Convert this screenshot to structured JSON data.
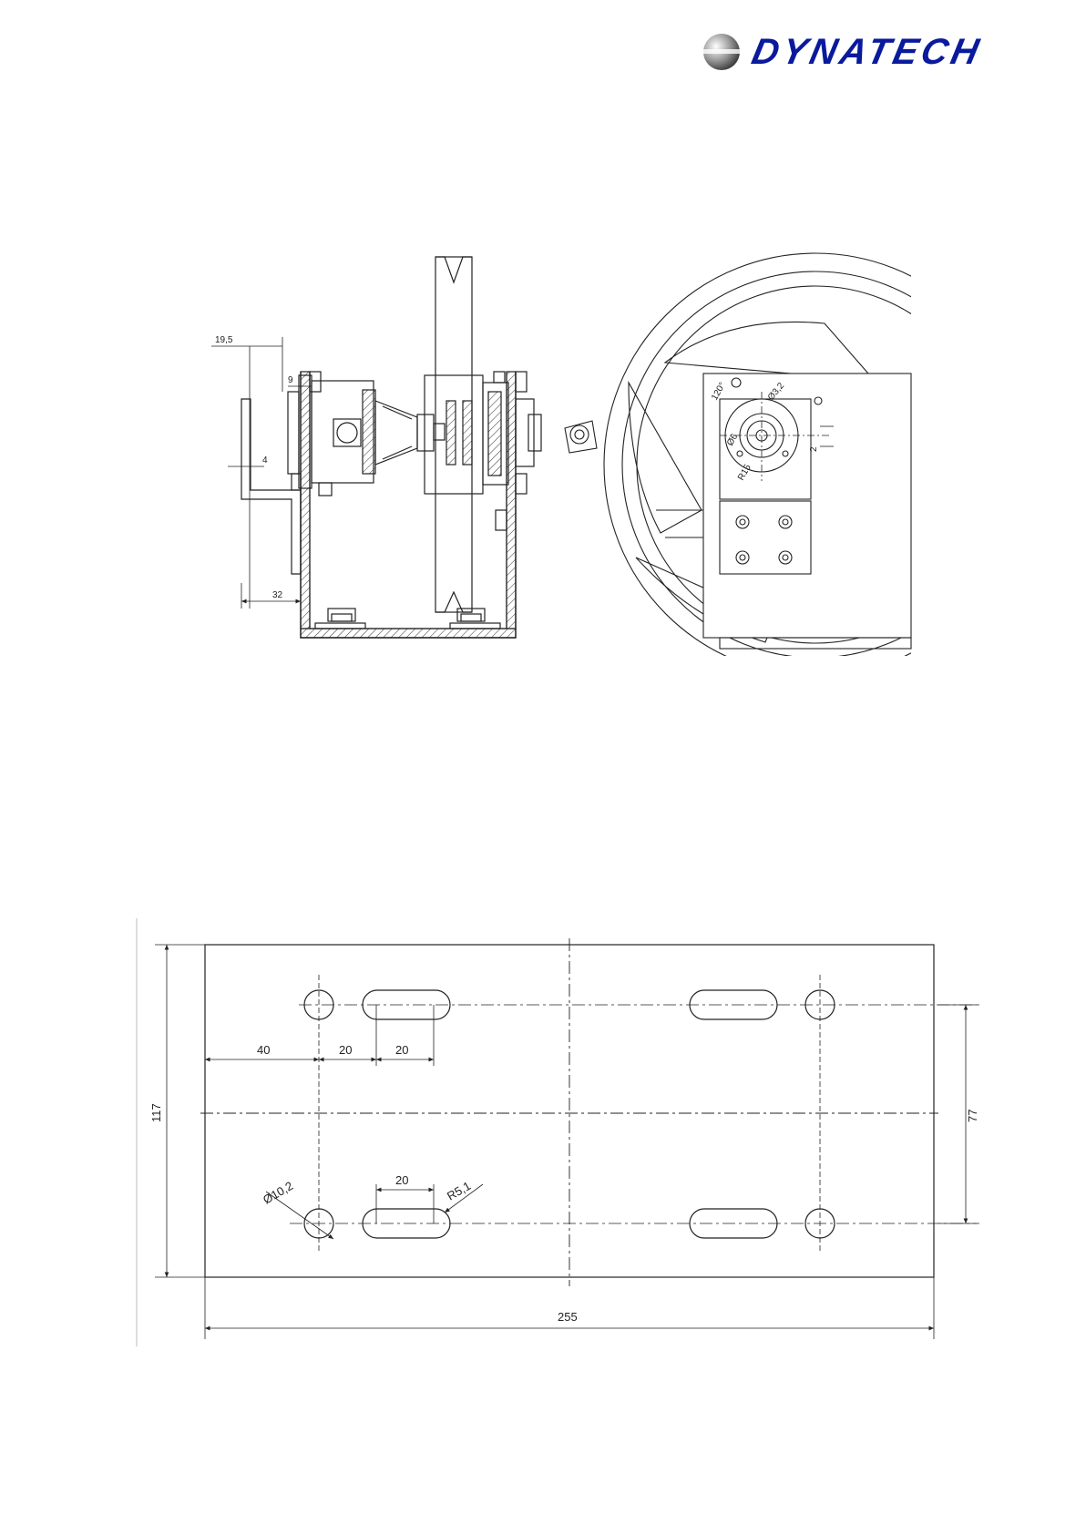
{
  "brand": {
    "name": "DYNATECH",
    "color": "#0a1a9c"
  },
  "side_view": {
    "dims": {
      "d1": "19,5",
      "d2": "9",
      "d3": "4",
      "d4": "32"
    }
  },
  "front_view": {
    "dims": {
      "angle": "120°",
      "hole": "Ø3,2",
      "bore": "Ø6",
      "radius": "R15",
      "offset": "2"
    }
  },
  "plate": {
    "dims": {
      "width": "255",
      "height": "117",
      "spacing": "77",
      "edge_offset": "40",
      "gap1": "20",
      "gap2": "20",
      "slot_length": "20",
      "hole_diameter": "Ø10,2",
      "slot_radius": "R5,1"
    }
  }
}
